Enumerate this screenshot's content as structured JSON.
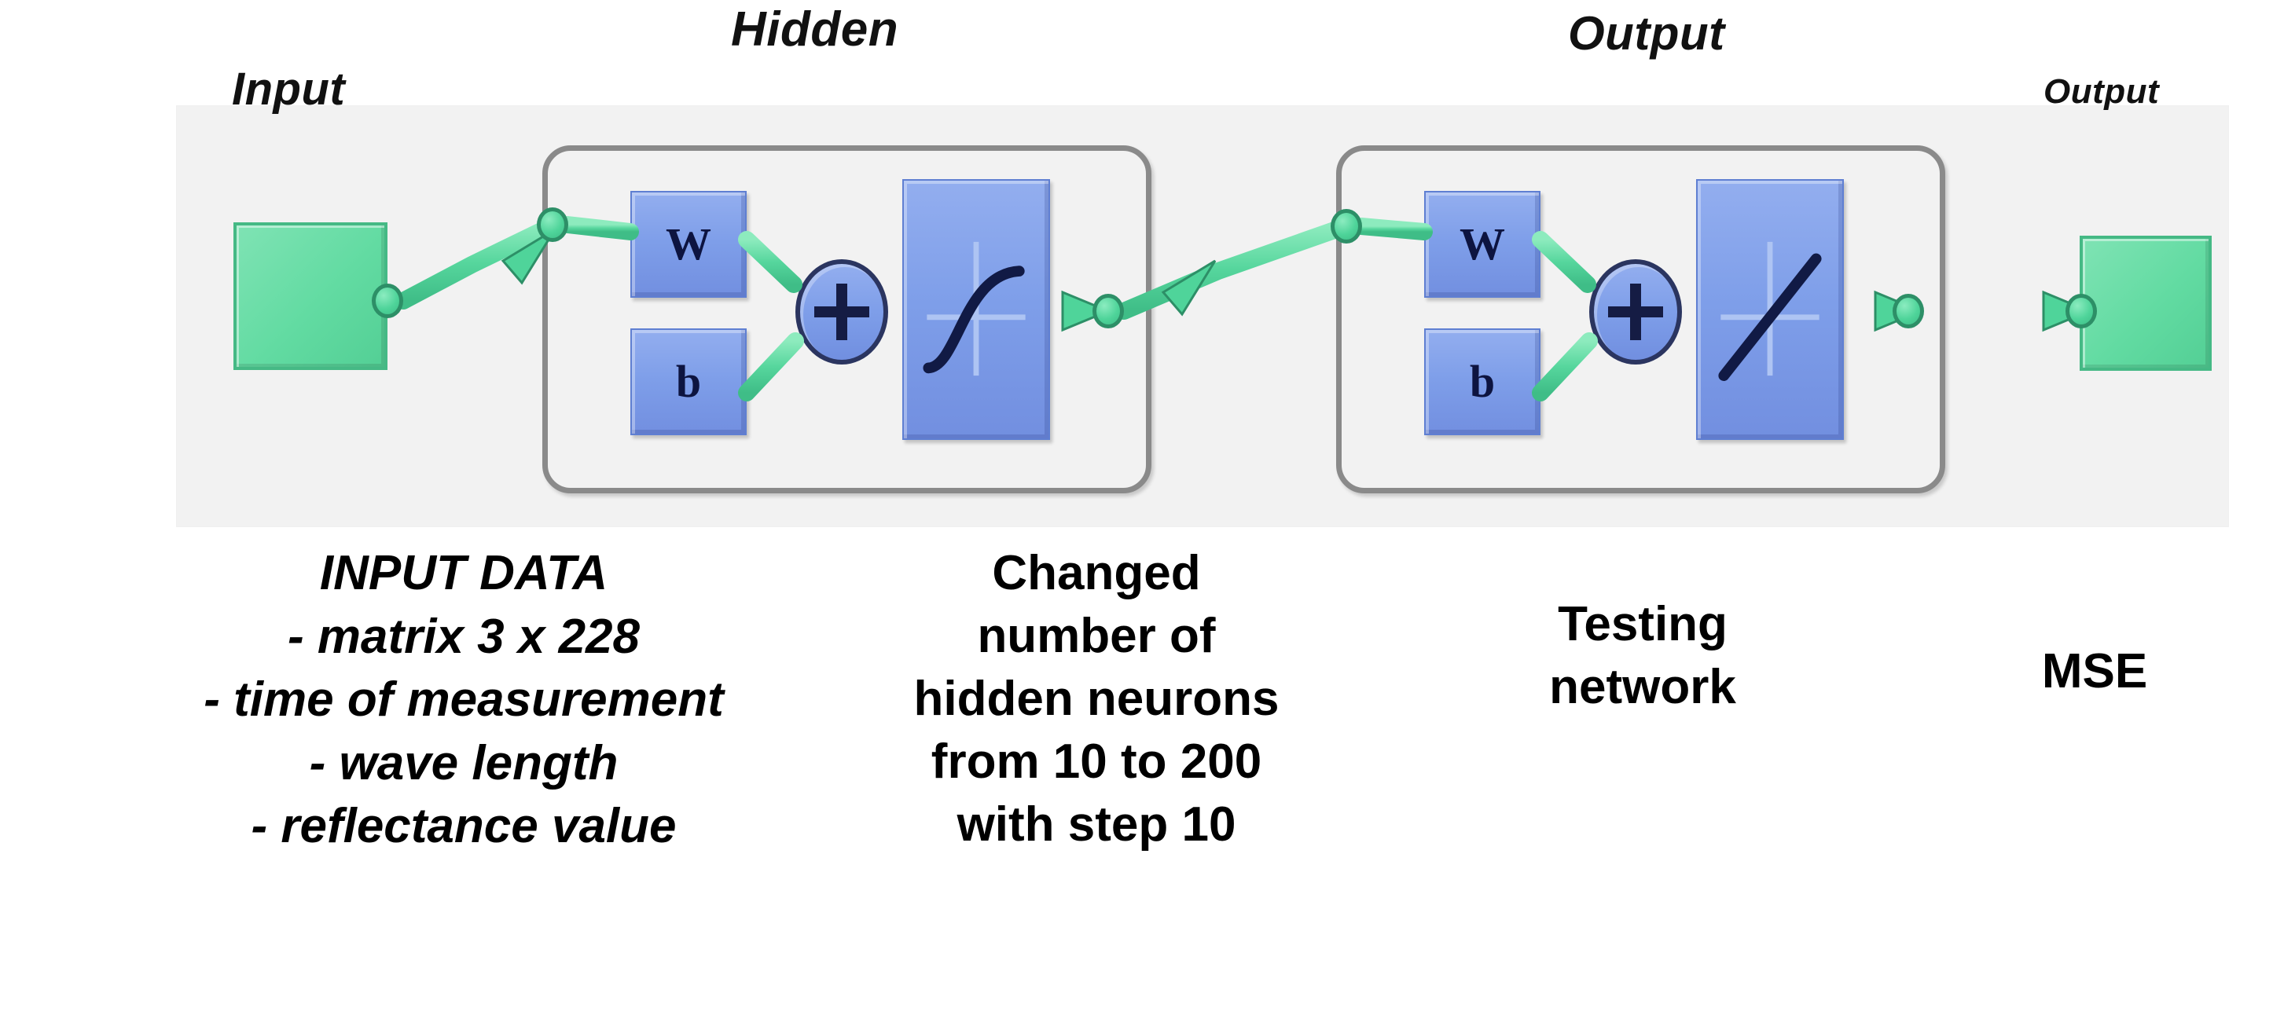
{
  "diagram": {
    "title_input": "Input",
    "title_hidden": "Hidden",
    "title_output_layer": "Output",
    "title_output_small": "Output",
    "colors": {
      "io_block_green": "#62dba2",
      "operator_blue": "#7e9ee9",
      "connector_green": "#4fd49a",
      "group_border_gray": "#8a8a8a",
      "panel_background": "#f2f2f2"
    }
  },
  "blocks": {
    "input_block": "input-data-block",
    "output_block": "output-result-block",
    "weight_label": "W",
    "bias_label": "b",
    "sum_label": "+",
    "hidden_activation": "sigmoid-tansig-curve",
    "output_activation": "linear-purelin-line"
  },
  "captions": {
    "input": {
      "heading": "INPUT DATA",
      "items": [
        "- matrix 3 x 228",
        "- time of measurement",
        "- wave length",
        "- reflectance value"
      ]
    },
    "hidden": {
      "lines": [
        "Changed",
        "number of",
        "hidden neurons",
        "from 10 to 200",
        "with step 10"
      ]
    },
    "output_layer": {
      "lines": [
        "Testing",
        "network"
      ]
    },
    "output": {
      "lines": [
        "MSE"
      ]
    }
  }
}
